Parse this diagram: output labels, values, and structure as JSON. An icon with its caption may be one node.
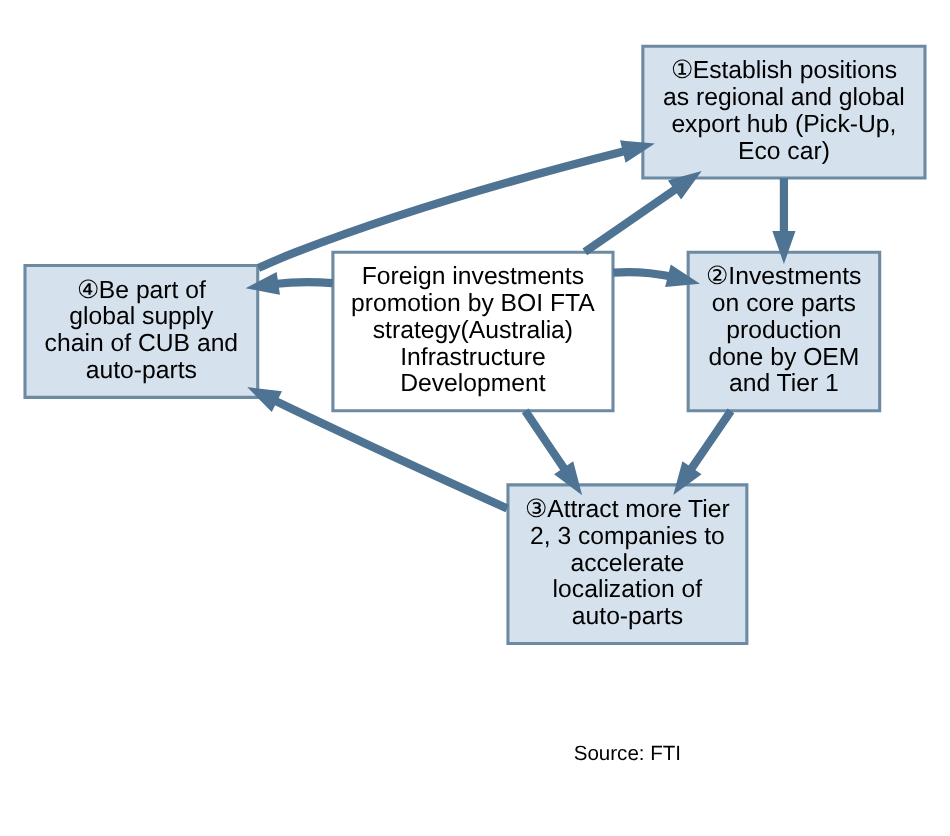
{
  "diagram": {
    "nodes": [
      {
        "text": [
          "①Establish positions as regional and global export hub (Pick-Up, Eco car)"
        ]
      },
      {
        "text": [
          "④Be part of global supply chain of CUB and auto-parts"
        ]
      },
      {
        "text": [
          "Foreign investments promotion by BOI FTA strategy(Australia) Infrastructure Development"
        ]
      },
      {
        "text": [
          "②Investments on core parts production done by OEM and Tier 1"
        ]
      },
      {
        "text": [
          "③Attract more Tier 2, 3 companies to accelerate localization of auto-parts"
        ]
      }
    ],
    "edges": [
      {
        "from": 0,
        "to": 3,
        "arrow": "to"
      },
      {
        "from": 3,
        "to": 4,
        "arrow": "to"
      },
      {
        "from": 4,
        "to": 1,
        "arrow": "to"
      },
      {
        "from": 1,
        "to": 0,
        "arrow": "to"
      },
      {
        "from": 2,
        "to": 0,
        "arrow": "to"
      },
      {
        "from": 2,
        "to": 1,
        "arrow": "to"
      },
      {
        "from": 2,
        "to": 3,
        "arrow": "to"
      },
      {
        "from": 2,
        "to": 4,
        "arrow": "to"
      }
    ],
    "labels": [
      "Source: FTI"
    ]
  }
}
